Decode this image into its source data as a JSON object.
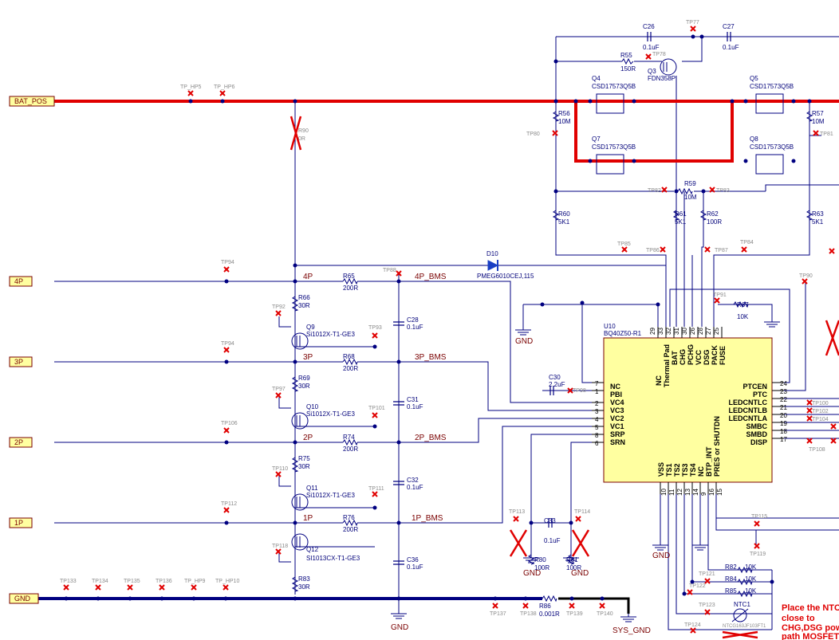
{
  "ports": {
    "bat_pos": "BAT_POS",
    "p4": "4P",
    "p3": "3P",
    "p2": "2P",
    "p1": "1P",
    "gnd": "GND"
  },
  "nets": {
    "n4p": "4P",
    "n3p": "3P",
    "n2p": "2P",
    "n1p": "1P",
    "b4": "4P_BMS",
    "b3": "3P_BMS",
    "b2": "2P_BMS",
    "b1": "1P_BMS",
    "sys_gnd": "SYS_GND",
    "gnd1": "GND",
    "gnd2": "GND",
    "gnd3": "GND",
    "gnd4": "GND",
    "gnd5": "GND"
  },
  "ic": {
    "ref": "U10",
    "part": "BQ40Z50-R1",
    "top_pins": [
      "NC",
      "Thermal Pad",
      "BAT",
      "CHG",
      "PCHG",
      "VCC",
      "DSG",
      "PACK",
      "FUSE"
    ],
    "top_nums": [
      "29",
      "33",
      "32",
      "31",
      "30",
      "26",
      "28",
      "27",
      "25"
    ],
    "left_pins": [
      "NC",
      "PBI",
      "VC4",
      "VC3",
      "VC2",
      "VC1",
      "SRP",
      "SRN"
    ],
    "left_nums": [
      "7",
      "1",
      "2",
      "3",
      "4",
      "5",
      "8",
      "6"
    ],
    "right_pins": [
      "PTCEN",
      "PTC",
      "LEDCNTLC",
      "LEDCNTLB",
      "LEDCNTLA",
      "SMBC",
      "SMBD",
      "DISP"
    ],
    "right_nums": [
      "24",
      "23",
      "22",
      "21",
      "20",
      "19",
      "18",
      "17"
    ],
    "bottom_pins": [
      "VSS",
      "TS1",
      "TS2",
      "TS3",
      "TS4",
      "NC",
      "BTP_INT",
      "PRES or SHUTDN"
    ],
    "bottom_nums": [
      "10",
      "11",
      "12",
      "13",
      "14",
      "9",
      "16",
      "15"
    ]
  },
  "parts": {
    "r90": [
      "R90",
      "0R"
    ],
    "r65": [
      "R65",
      "200R"
    ],
    "r66": [
      "R66",
      "30R"
    ],
    "r68": [
      "R68",
      "200R"
    ],
    "r69": [
      "R69",
      "30R"
    ],
    "r74": [
      "R74",
      "200R"
    ],
    "r75": [
      "R75",
      "30R"
    ],
    "r76": [
      "R76",
      "200R"
    ],
    "r83": [
      "R83",
      "30R"
    ],
    "r55": [
      "R55",
      "150R"
    ],
    "r56": [
      "R56",
      "10M"
    ],
    "r57": [
      "R57",
      "10M"
    ],
    "r59": [
      "R59",
      "10M"
    ],
    "r60": [
      "R60",
      "5K1"
    ],
    "r61": [
      "R61",
      "5K1"
    ],
    "r62": [
      "R62",
      "100R"
    ],
    "r63": [
      "R63",
      "5K1"
    ],
    "r67": [
      "R67",
      "10K"
    ],
    "r80": [
      "R80",
      "100R"
    ],
    "r81": [
      "R81",
      "100R"
    ],
    "r86": [
      "R86",
      "0.001R"
    ],
    "r82": [
      "R82",
      "10K"
    ],
    "r84": [
      "R84",
      "10K"
    ],
    "r85": [
      "R85",
      "10K"
    ],
    "c26": [
      "C26",
      "0.1uF"
    ],
    "c27": [
      "C27",
      "0.1uF"
    ],
    "c28": [
      "C28",
      "0.1uF"
    ],
    "c30": [
      "C30",
      "2.2uF"
    ],
    "c31": [
      "C31",
      "0.1uF"
    ],
    "c32": [
      "C32",
      "0.1uF"
    ],
    "c33": [
      "C33",
      "0.1uF"
    ],
    "c36": [
      "C36",
      "0.1uF"
    ],
    "d10": [
      "D10",
      "PMEG6010CEJ,115"
    ],
    "q3": [
      "Q3",
      "FDN358P"
    ],
    "q4": [
      "Q4",
      "CSD17573Q5B"
    ],
    "q5": [
      "Q5",
      "CSD17573Q5B"
    ],
    "q7": [
      "Q7",
      "CSD17573Q5B"
    ],
    "q8": [
      "Q8",
      "CSD17573Q5B"
    ],
    "q9": [
      "Q9",
      "Si1012X-T1-GE3"
    ],
    "q10": [
      "Q10",
      "Si1012X-T1-GE3"
    ],
    "q11": [
      "Q11",
      "Si1012X-T1-GE3"
    ],
    "q12": [
      "Q12",
      "SI1013CX-T1-GE3"
    ],
    "ntc1": [
      "NTC1",
      "NTCG163JF103FT1"
    ]
  },
  "testpoints": {
    "hp5": "TP_HP5",
    "hp6": "TP_HP6",
    "tp77": "TP77",
    "tp78": "TP78",
    "tp80": "TP80",
    "tp81": "TP81",
    "tp82": "TP82",
    "tp83": "TP83",
    "tp84": "TP84",
    "tp85": "TP85",
    "tp86": "TP86",
    "tp87": "TP87",
    "tp88": "TP88",
    "tp90": "TP90",
    "tp91": "TP91",
    "tp92": "TP92",
    "tp93": "TP93",
    "tp94a": "TP94",
    "tp94b": "TP94",
    "tp97": "TP97",
    "tp98": "TP98",
    "tp100": "TP100",
    "tp101": "TP101",
    "tp102": "TP102",
    "tp104": "TP104",
    "tp106": "TP106",
    "tp108": "TP108",
    "tp110": "TP110",
    "tp111": "TP111",
    "tp112": "TP112",
    "tp113": "TP113",
    "tp114": "TP114",
    "tp115": "TP115",
    "tp118": "TP118",
    "tp119": "TP119",
    "tp121": "TP121",
    "tp122": "TP122",
    "tp123": "TP123",
    "tp124": "TP124",
    "tp133": "TP133",
    "tp134": "TP134",
    "tp135": "TP135",
    "tp136": "TP136",
    "hp9": "TP_HP9",
    "hp10": "TP_HP10",
    "tp137": "TP137",
    "tp138": "TP138",
    "tp139": "TP139",
    "tp140": "TP140"
  },
  "note": {
    "line1": "Place the NTC",
    "line2": "close to",
    "line3": "CHG,DSG  pow",
    "line4": "path MOSFET"
  },
  "colors": {
    "wire": "#000080",
    "power": "#e00000",
    "dnp": "#e00000",
    "ic_fill": "#ffffa0",
    "bus": "#000080"
  }
}
